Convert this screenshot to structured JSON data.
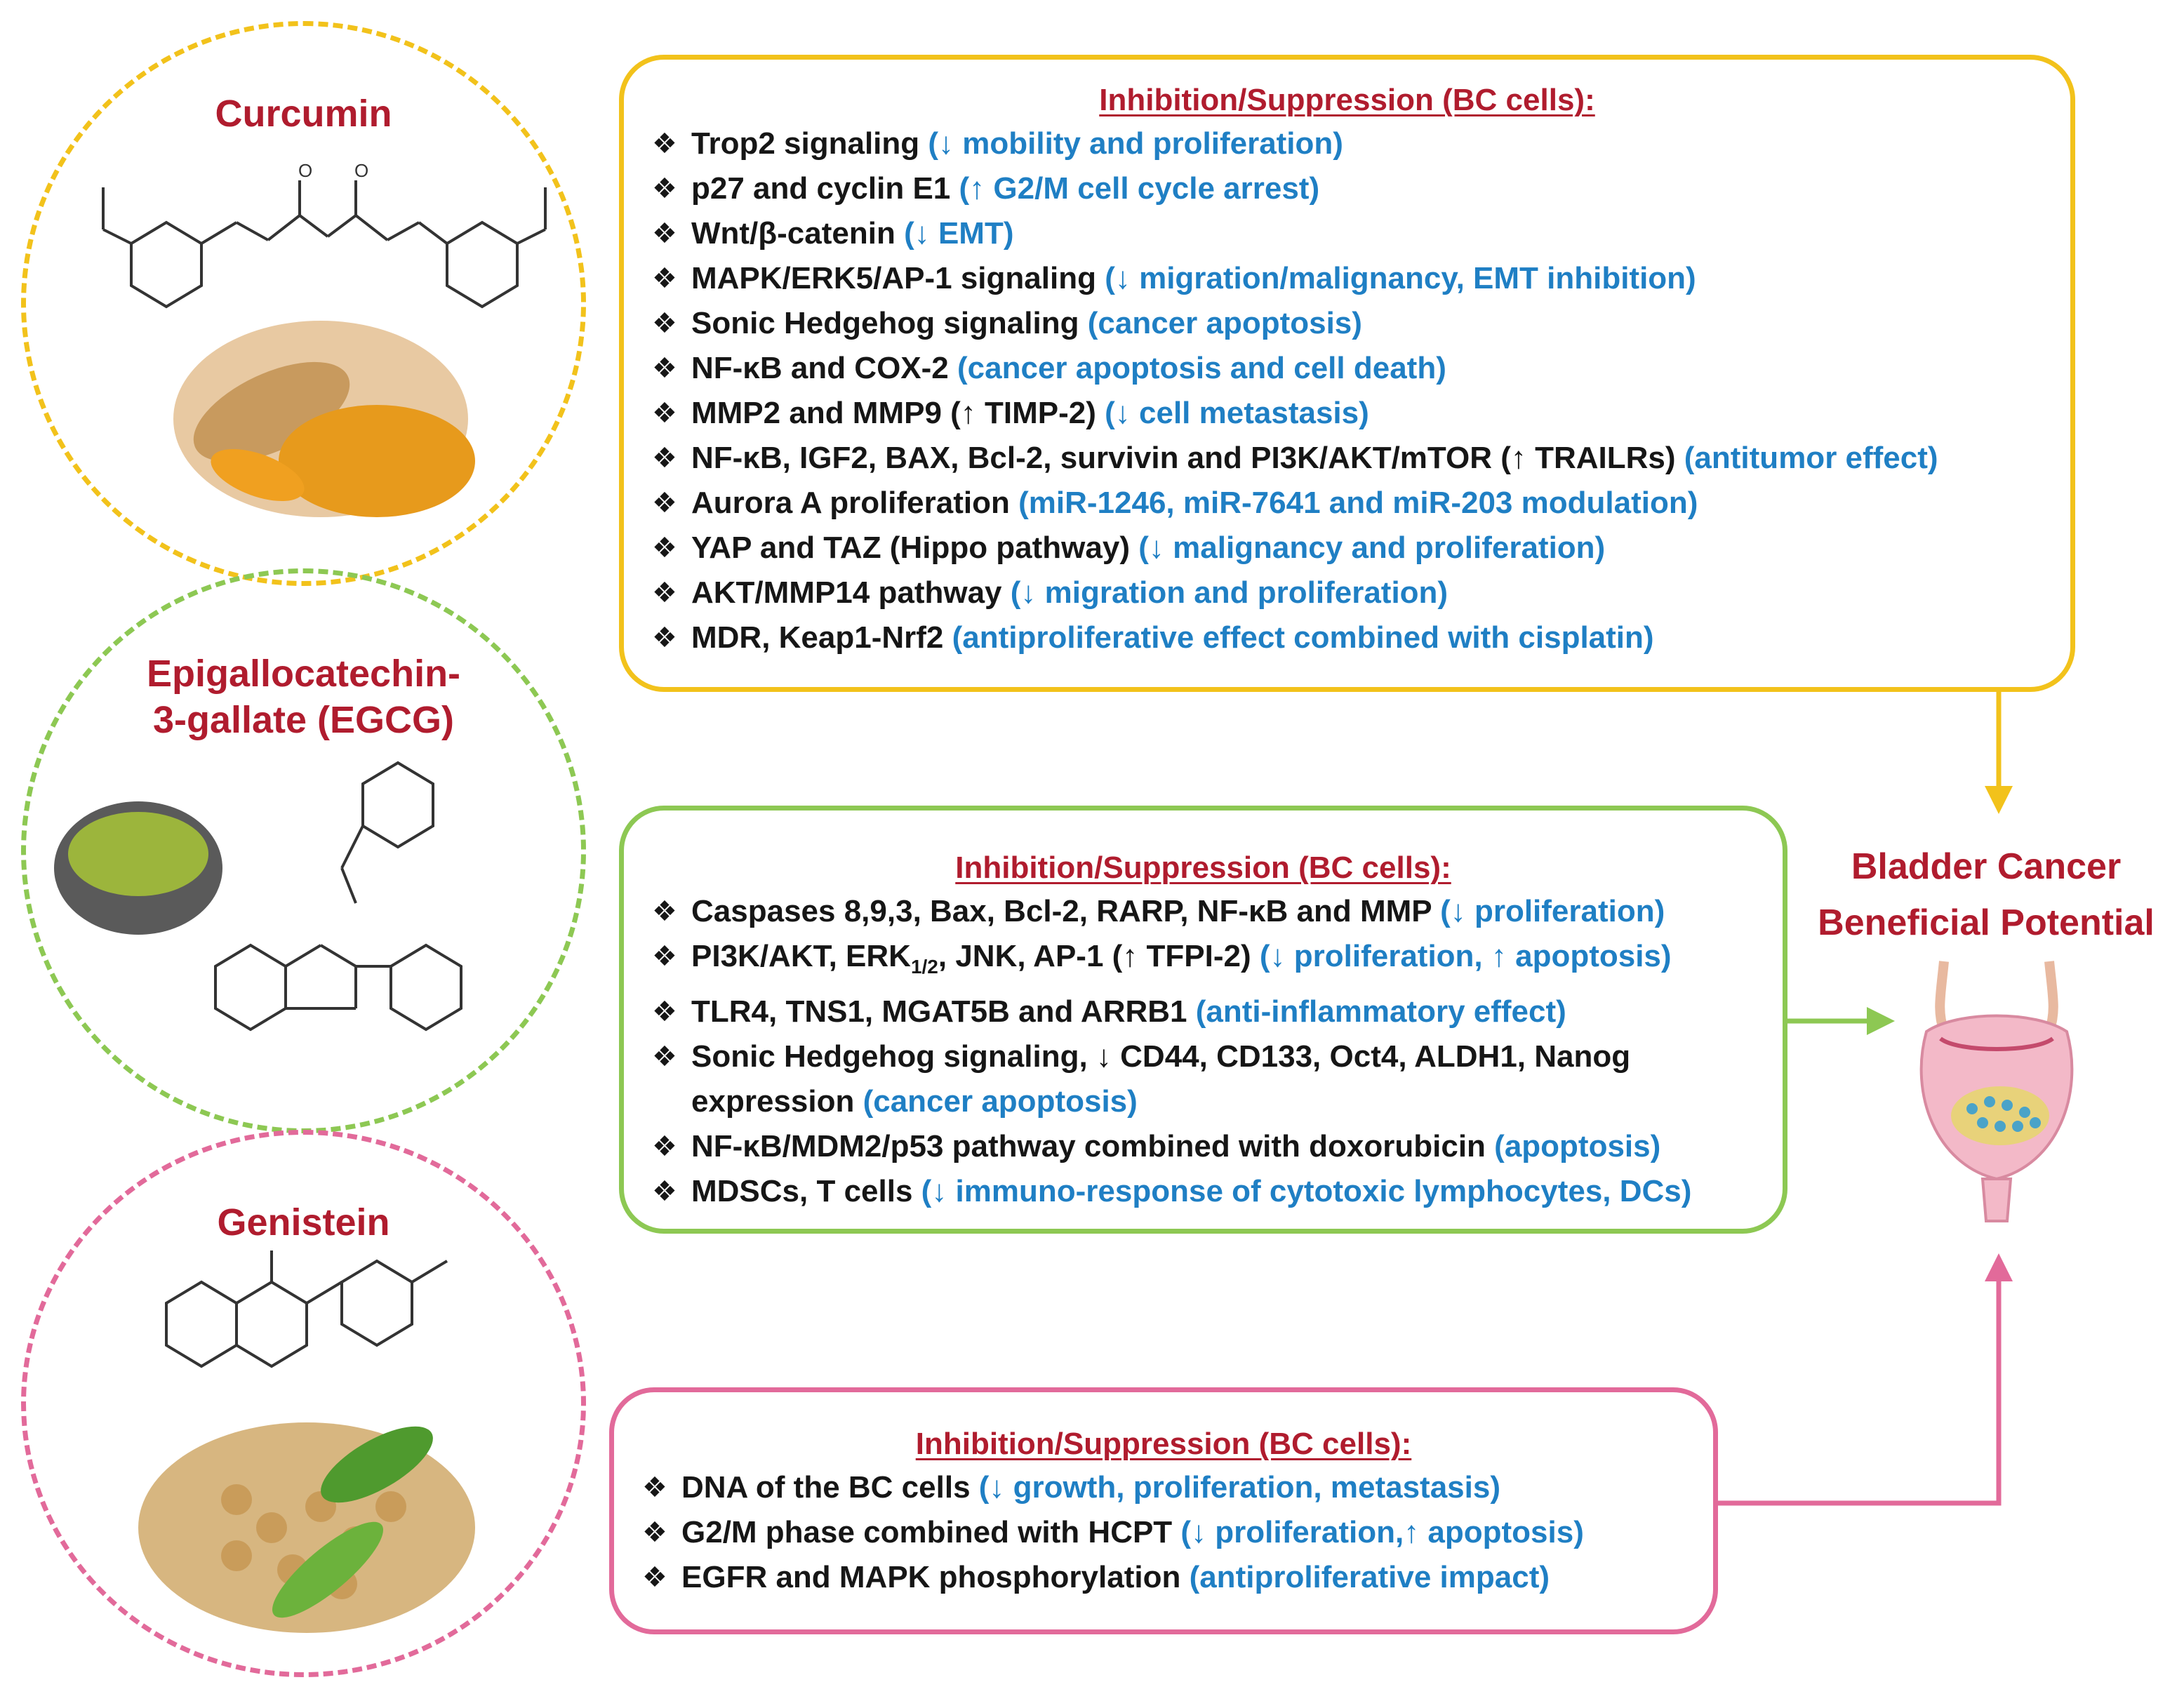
{
  "compounds": [
    {
      "name": "Curcumin",
      "color": "#f2c21b"
    },
    {
      "name": "Epigallocatechin-3-gallate (EGCG)",
      "line1": "Epigallocatechin-",
      "line2": "3-gallate (EGCG)",
      "color": "#8dc853"
    },
    {
      "name": "Genistein",
      "color": "#e26a9a"
    }
  ],
  "panels": [
    {
      "title": "Inhibition/Suppression (BC cells):",
      "color": "#f2c21b",
      "items": [
        {
          "text": "Trop2 signaling",
          "effect": "(↓ mobility and proliferation)"
        },
        {
          "text": "p27 and cyclin E1",
          "effect": "(↑ G2/M cell cycle arrest)"
        },
        {
          "text": "Wnt/β-catenin",
          "effect": "(↓ EMT)"
        },
        {
          "text": "MAPK/ERK5/AP-1 signaling",
          "effect": "(↓ migration/malignancy, EMT inhibition)"
        },
        {
          "text": "Sonic Hedgehog signaling",
          "effect": "(cancer apoptosis)"
        },
        {
          "text": "NF-κB and COX-2",
          "effect": "(cancer apoptosis and cell death)"
        },
        {
          "text": "MMP2 and MMP9 (↑ TIMP-2)",
          "effect": "(↓ cell metastasis)"
        },
        {
          "text": "NF-κB, IGF2, BAX, Bcl-2, survivin and PI3K/AKT/mTOR (↑ TRAILRs)",
          "effect": "(antitumor effect)"
        },
        {
          "text": "Aurora A proliferation",
          "effect": "(miR-1246, miR-7641 and miR-203 modulation)"
        },
        {
          "text": "YAP and TAZ (Hippo pathway)",
          "effect": "(↓ malignancy and proliferation)"
        },
        {
          "text": "AKT/MMP14 pathway",
          "effect": "(↓ migration and proliferation)"
        },
        {
          "text": "MDR, Keap1-Nrf2",
          "effect": "(antiproliferative effect combined with cisplatin)"
        }
      ]
    },
    {
      "title": "Inhibition/Suppression (BC cells):",
      "color": "#8dc853",
      "items": [
        {
          "text": "Caspases 8,9,3, Bax, Bcl-2, RARP, NF-κB and MMP",
          "effect": "(↓ proliferation)"
        },
        {
          "text_pre": "PI3K/AKT, ERK",
          "text_sub": "1/2",
          "text_post": ", JNK, AP-1 (↑ TFPI-2)",
          "effect": "(↓ proliferation, ↑ apoptosis)"
        },
        {
          "text": "TLR4, TNS1, MGAT5B and ARRB1",
          "effect": "(anti-inflammatory effect)"
        },
        {
          "text": "Sonic Hedgehog signaling, ↓ CD44, CD133, Oct4, ALDH1, Nanog",
          "text2": "expression",
          "effect": "(cancer apoptosis)"
        },
        {
          "text": "NF-κB/MDM2/p53 pathway combined with doxorubicin",
          "effect": "(apoptosis)"
        },
        {
          "text": "MDSCs, T cells",
          "effect": "(↓ immuno-response of cytotoxic lymphocytes, DCs)"
        }
      ]
    },
    {
      "title": "Inhibition/Suppression (BC cells):",
      "color": "#e26a9a",
      "items": [
        {
          "text": "DNA of the BC cells",
          "effect": "(↓ growth, proliferation, metastasis)"
        },
        {
          "text": "G2/M phase combined with HCPT",
          "effect": "(↓ proliferation,↑ apoptosis)"
        },
        {
          "text": "EGFR and MAPK phosphorylation",
          "effect": "(antiproliferative impact)"
        }
      ]
    }
  ],
  "target": {
    "line1": "Bladder Cancer",
    "line2": "Beneficial Potential"
  },
  "bullet_glyph": "❖"
}
